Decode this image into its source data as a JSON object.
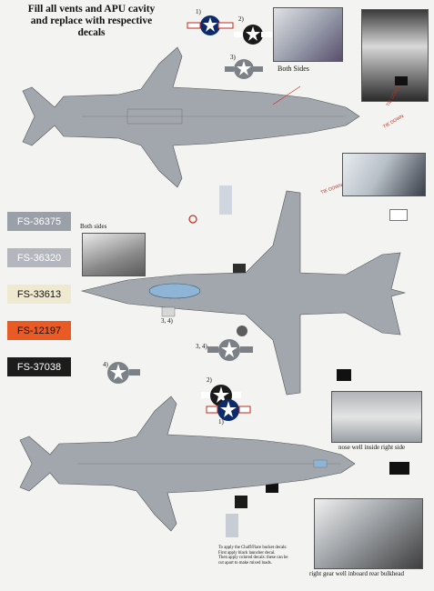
{
  "heading": {
    "lines": [
      "Fill all vents and APU cavity",
      "and replace with respective",
      "decals"
    ]
  },
  "swatches": [
    {
      "code": "FS-36375",
      "bg": "#9aa0a8",
      "fg": "#ffffff"
    },
    {
      "code": "FS-36320",
      "bg": "#b3b6bd",
      "fg": "#ffffff"
    },
    {
      "code": "FS-33613",
      "bg": "#efe9cf",
      "fg": "#111111"
    },
    {
      "code": "FS-12197",
      "bg": "#ea5a25",
      "fg": "#111111"
    },
    {
      "code": "FS-37038",
      "bg": "#1c1c1c",
      "fg": "#ffffff"
    }
  ],
  "captions": {
    "both_sides_top": "Both Sides",
    "both_sides_mid": "Both sides",
    "tie_down_1": "TIE DOWN",
    "tie_down_2": "TIE DOWN",
    "tie_down_3": "TIE DOWN",
    "nose_well": "nose well inside right side",
    "gear_well": "right gear well inboard rear bulkhead"
  },
  "numbers": {
    "n1": "1)",
    "n2": "2)",
    "n3": "3)",
    "n34a": "3, 4)",
    "n34b": "3, 4)",
    "n4": "4)",
    "n2b": "2)",
    "n1b": "1)"
  },
  "note": {
    "lines": [
      "To apply the Chaff/Flare bucket decals:",
      "First apply black launcher decal.",
      "Then apply colored decals: these can be",
      "cut apart to make mixed loads."
    ]
  },
  "colors": {
    "aircraft": "#a2a7ad",
    "aircraft_dark": "#6d7278",
    "canopy": "#8fb5d6",
    "roundel_blue": "#0d2a6a",
    "roundel_gray": "#7c8188",
    "tie_down": "#c42a1a"
  }
}
